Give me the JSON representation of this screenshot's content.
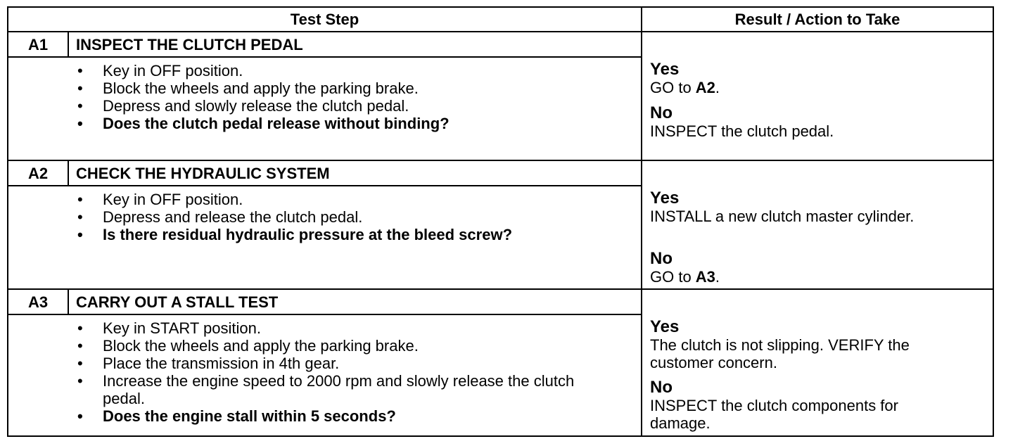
{
  "header": {
    "test_step": "Test Step",
    "result": "Result / Action to Take"
  },
  "steps": [
    {
      "id": "A1",
      "title": "INSPECT THE CLUTCH PEDAL",
      "bullets": [
        {
          "text": "Key in OFF position.",
          "bold": false
        },
        {
          "text": "Block the wheels and apply the parking brake.",
          "bold": false
        },
        {
          "text": "Depress and slowly release the clutch pedal.",
          "bold": false
        },
        {
          "text": "Does the clutch pedal release without binding?",
          "bold": true
        }
      ],
      "yes_label": "Yes",
      "yes_prefix": "GO to ",
      "yes_bold": "A2",
      "yes_suffix": ".",
      "no_label": "No",
      "no_text": "INSPECT the clutch pedal."
    },
    {
      "id": "A2",
      "title": "CHECK THE HYDRAULIC SYSTEM",
      "bullets": [
        {
          "text": "Key in OFF position.",
          "bold": false
        },
        {
          "text": "Depress and release the clutch pedal.",
          "bold": false
        },
        {
          "text": "Is there residual hydraulic pressure at the bleed screw?",
          "bold": true
        }
      ],
      "yes_label": "Yes",
      "yes_text": "INSTALL a new clutch master cylinder.",
      "no_label": "No",
      "no_prefix": "GO to ",
      "no_bold": "A3",
      "no_suffix": "."
    },
    {
      "id": "A3",
      "title": "CARRY OUT A STALL TEST",
      "bullets": [
        {
          "text": "Key in START position.",
          "bold": false
        },
        {
          "text": "Block the wheels and apply the parking brake.",
          "bold": false
        },
        {
          "text": "Place the transmission in 4th gear.",
          "bold": false
        },
        {
          "text": "Increase the engine speed to 2000 rpm and slowly release the clutch pedal.",
          "bold": false
        },
        {
          "text": "Does the engine stall within 5 seconds?",
          "bold": true
        }
      ],
      "yes_label": "Yes",
      "yes_line1": "The clutch is not slipping. VERIFY the",
      "yes_line2": "customer concern.",
      "no_label": "No",
      "no_line1": "INSPECT the clutch components for",
      "no_line2": "damage."
    }
  ]
}
